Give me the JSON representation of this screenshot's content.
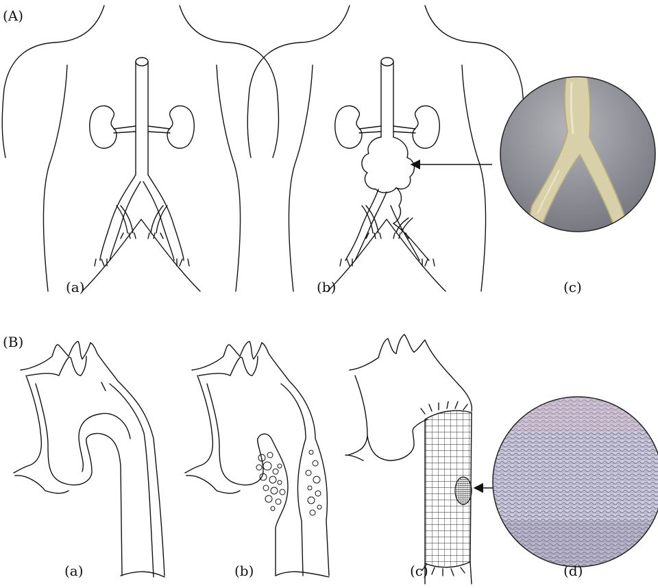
{
  "panels": {
    "A": {
      "label": "(A)",
      "subfigures": [
        {
          "label": "(a)"
        },
        {
          "label": "(b)"
        },
        {
          "label": "(c)"
        }
      ]
    },
    "B": {
      "label": "(B)",
      "subfigures": [
        {
          "label": "(a)"
        },
        {
          "label": "(b)"
        },
        {
          "label": "(c)"
        },
        {
          "label": "(d)"
        }
      ]
    }
  },
  "colors": {
    "line": "#111111",
    "graft_photo_bg": "#8f8f97",
    "graft_material": "#d8d0a8",
    "fabric_base": "#c9c7d4",
    "fabric_thread": "#8b89a3",
    "mesh": "#222222"
  }
}
